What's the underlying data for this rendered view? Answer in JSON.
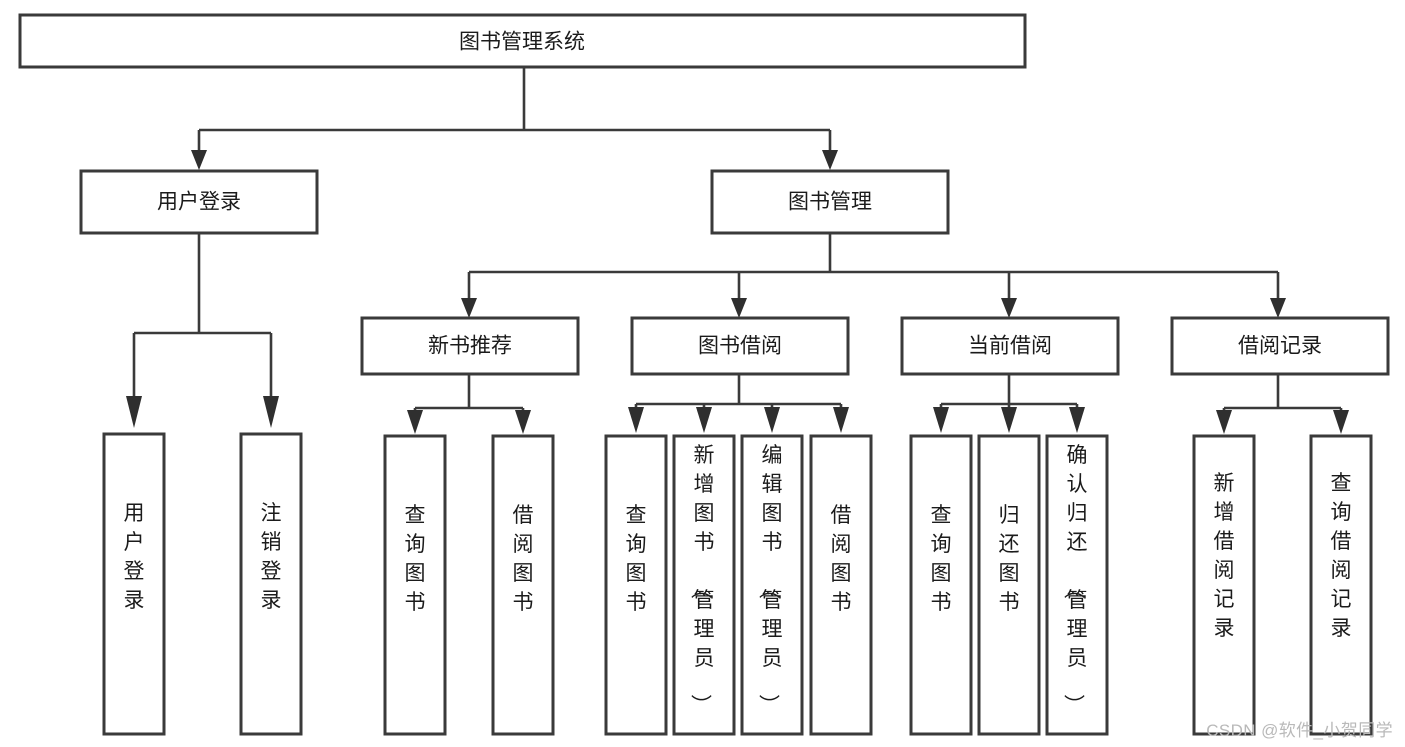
{
  "diagram": {
    "type": "tree-hierarchy",
    "title": "图书管理系统",
    "orientation": "top-down",
    "levels": 4,
    "root": {
      "id": "root",
      "label": "图书管理系统",
      "text_orientation": "horizontal"
    },
    "level2": [
      {
        "id": "user-login",
        "label": "用户登录",
        "text_orientation": "horizontal"
      },
      {
        "id": "book-manage",
        "label": "图书管理",
        "text_orientation": "horizontal"
      }
    ],
    "level3": [
      {
        "id": "new-book-recommend",
        "label": "新书推荐",
        "parent": "book-manage",
        "text_orientation": "horizontal"
      },
      {
        "id": "book-borrow",
        "label": "图书借阅",
        "parent": "book-manage",
        "text_orientation": "horizontal"
      },
      {
        "id": "current-borrow",
        "label": "当前借阅",
        "parent": "book-manage",
        "text_orientation": "horizontal"
      },
      {
        "id": "borrow-record",
        "label": "借阅记录",
        "parent": "book-manage",
        "text_orientation": "horizontal"
      }
    ],
    "leaves": [
      {
        "id": "leaf-user-login",
        "label": "用户登录",
        "parent": "user-login",
        "text_orientation": "vertical"
      },
      {
        "id": "leaf-logout-login",
        "label": "注销登录",
        "parent": "user-login",
        "text_orientation": "vertical"
      },
      {
        "id": "leaf-query-book-1",
        "label": "查询图书",
        "parent": "new-book-recommend",
        "text_orientation": "vertical"
      },
      {
        "id": "leaf-borrow-book-1",
        "label": "借阅图书",
        "parent": "new-book-recommend",
        "text_orientation": "vertical"
      },
      {
        "id": "leaf-query-book-2",
        "label": "查询图书",
        "parent": "book-borrow",
        "text_orientation": "vertical"
      },
      {
        "id": "leaf-add-book",
        "label": "新增图书（管理员）",
        "parent": "book-borrow",
        "text_orientation": "vertical"
      },
      {
        "id": "leaf-edit-book",
        "label": "编辑图书（管理员）",
        "parent": "book-borrow",
        "text_orientation": "vertical"
      },
      {
        "id": "leaf-borrow-book-2",
        "label": "借阅图书",
        "parent": "book-borrow",
        "text_orientation": "vertical"
      },
      {
        "id": "leaf-query-book-3",
        "label": "查询图书",
        "parent": "current-borrow",
        "text_orientation": "vertical"
      },
      {
        "id": "leaf-return-book",
        "label": "归还图书",
        "parent": "current-borrow",
        "text_orientation": "vertical"
      },
      {
        "id": "leaf-confirm-return",
        "label": "确认归还（管理员）",
        "parent": "current-borrow",
        "text_orientation": "vertical"
      },
      {
        "id": "leaf-add-record",
        "label": "新增借阅记录",
        "parent": "borrow-record",
        "text_orientation": "vertical"
      },
      {
        "id": "leaf-query-record",
        "label": "查询借阅记录",
        "parent": "borrow-record",
        "text_orientation": "vertical"
      }
    ]
  },
  "watermark": {
    "text": "CSDN @软件_小贺同学"
  },
  "colors": {
    "background": "#ffffff",
    "box_fill": "#ffffff",
    "box_stroke": "#3a3a3a",
    "connector": "#3a3a3a",
    "text": "#1b1b1b",
    "watermark": "#b9b9b9"
  }
}
